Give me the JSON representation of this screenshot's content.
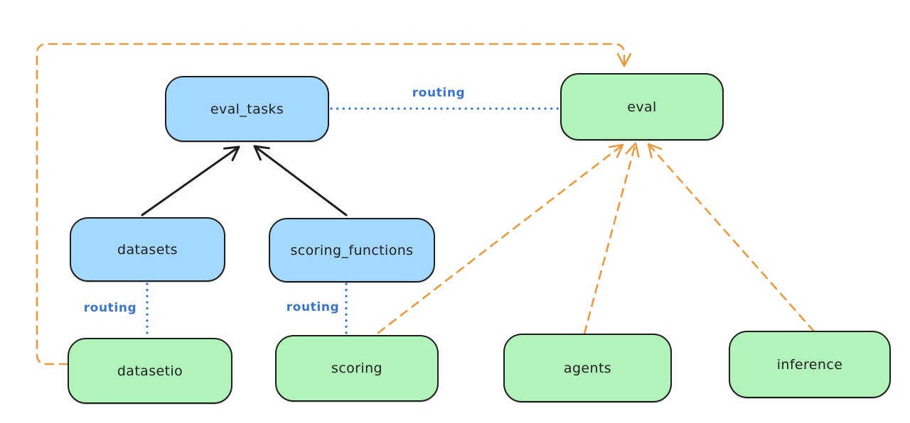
{
  "nodes": {
    "eval_tasks": {
      "label": "eval_tasks",
      "fill": "blue"
    },
    "eval": {
      "label": "eval",
      "fill": "green"
    },
    "datasets": {
      "label": "datasets",
      "fill": "blue"
    },
    "scoring_functions": {
      "label": "scoring_functions",
      "fill": "blue"
    },
    "datasetio": {
      "label": "datasetio",
      "fill": "green"
    },
    "scoring": {
      "label": "scoring",
      "fill": "green"
    },
    "agents": {
      "label": "agents",
      "fill": "green"
    },
    "inference": {
      "label": "inference",
      "fill": "green"
    }
  },
  "edges": [
    {
      "from": "datasets",
      "to": "eval_tasks",
      "style": "solid",
      "color": "black",
      "arrow": true
    },
    {
      "from": "scoring_functions",
      "to": "eval_tasks",
      "style": "solid",
      "color": "black",
      "arrow": true
    },
    {
      "from": "eval_tasks",
      "to": "eval",
      "style": "dotted",
      "color": "blue",
      "label": "routing"
    },
    {
      "from": "datasets",
      "to": "datasetio",
      "style": "dotted",
      "color": "blue",
      "label": "routing"
    },
    {
      "from": "scoring_functions",
      "to": "scoring",
      "style": "dotted",
      "color": "blue",
      "label": "routing"
    },
    {
      "from": "datasetio",
      "to": "eval",
      "style": "dashed",
      "color": "orange",
      "arrow": true
    },
    {
      "from": "scoring",
      "to": "eval",
      "style": "dashed",
      "color": "orange",
      "arrow": true
    },
    {
      "from": "agents",
      "to": "eval",
      "style": "dashed",
      "color": "orange",
      "arrow": true
    },
    {
      "from": "inference",
      "to": "eval",
      "style": "dashed",
      "color": "orange",
      "arrow": true
    }
  ],
  "colors": {
    "blue_fill": "#a5d8ff",
    "green_fill": "#b2f2bb",
    "stroke": "#1e1e1e",
    "routing_blue": "#3b74cb",
    "orange": "#e99a3e",
    "background": "#ffffff"
  }
}
